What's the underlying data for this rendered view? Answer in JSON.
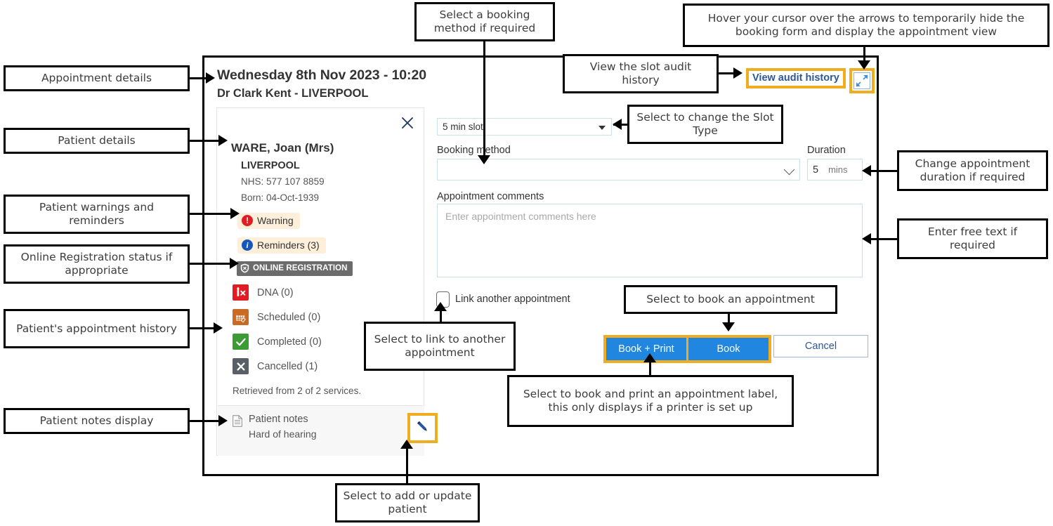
{
  "appointment": {
    "title": "Wednesday 8th Nov 2023 - 10:20",
    "clinician": "Dr Clark Kent - LIVERPOOL",
    "audit_link": "View audit history",
    "collapse_icon": "collapse-arrows-icon",
    "close_icon": "close-icon"
  },
  "patient": {
    "name": "WARE, Joan (Mrs)",
    "site": "LIVERPOOL",
    "nhs": "NHS: 577 107 8859",
    "born": "Born: 04-Oct-1939",
    "warning_label": "Warning",
    "reminders_label": "Reminders (3)",
    "online_registration": "ONLINE REGISTRATION",
    "history": [
      {
        "label": "DNA (0)",
        "icon": "dna-icon",
        "color": "#e31b23",
        "glyph": "│x"
      },
      {
        "label": "Scheduled (0)",
        "icon": "scheduled-icon",
        "color": "#cb6a22",
        "glyph": "▤"
      },
      {
        "label": "Completed (0)",
        "icon": "completed-icon",
        "color": "#3d9b35",
        "glyph": "✓"
      },
      {
        "label": "Cancelled (1)",
        "icon": "cancelled-icon",
        "color": "#595f66",
        "glyph": "✖"
      }
    ],
    "retrieved": "Retrieved from 2 of 2 services.",
    "notes_title": "Patient notes",
    "notes_body": "Hard of hearing",
    "edit_icon": "pencil-icon"
  },
  "form": {
    "slot_type_value": "5 min slot",
    "booking_method_label": "Booking method",
    "booking_method_value": "",
    "duration_label": "Duration",
    "duration_value": "5",
    "duration_unit": "mins",
    "comments_label": "Appointment comments",
    "comments_placeholder": "Enter appointment comments here",
    "link_label": "Link another appointment",
    "buttons": {
      "book_print": "Book + Print",
      "book": "Book",
      "cancel": "Cancel"
    }
  },
  "colors": {
    "accent_blue": "#2086e0",
    "highlight_orange": "#f0ad22",
    "link_blue": "#2b579a",
    "warning_bg": "#fdefd9"
  },
  "annotations": {
    "appointment_details": "Appointment details",
    "patient_details": "Patient details",
    "patient_warnings": "Patient warnings and reminders",
    "online_registration": "Online Registration status if appropriate",
    "appointment_history": "Patient's appointment history",
    "patient_notes": "Patient notes display",
    "booking_method": "Select a booking method if required",
    "audit_history": "View the slot audit history",
    "hover_arrows": "Hover your cursor over the arrows to temporarily hide the booking form and display the appointment view",
    "slot_type": "Select to change the Slot Type",
    "duration": "Change appointment duration if required",
    "free_text": "Enter free text if required",
    "link_appointment": "Select to link to another appointment",
    "book_appointment": "Select to book an appointment",
    "book_print": "Select to book and print an appointment label, this only displays if a printer is set up",
    "add_update_patient": "Select to add or update patient"
  }
}
